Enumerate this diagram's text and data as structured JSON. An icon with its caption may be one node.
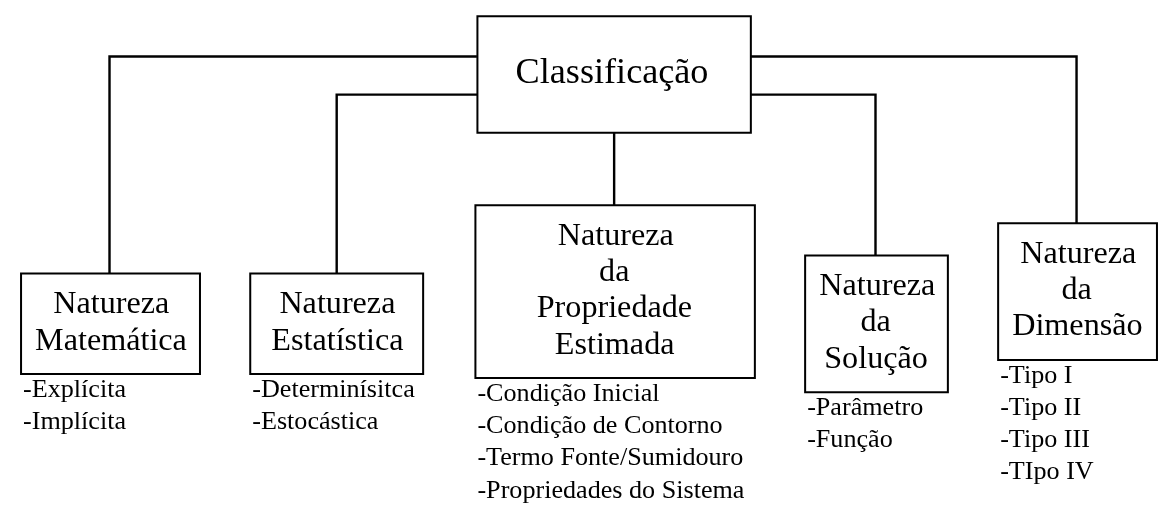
{
  "diagram": {
    "nodes": [
      {
        "text": [
          "Classificação"
        ]
      },
      {
        "text": [
          "Natureza Matemática"
        ],
        "beside": [
          "-Explícita",
          "-Implícita"
        ]
      },
      {
        "text": [
          "Natureza Estatística"
        ],
        "beside": [
          "-Determinísitca",
          "-Estocástica"
        ]
      },
      {
        "text": [
          "Natureza da Propriedade Estimada"
        ],
        "beside": [
          "-Condição Inicial",
          "-Condição de Contorno",
          "-Termo Fonte/Sumidouro",
          "-Propriedades do Sistema"
        ]
      },
      {
        "text": [
          "Natureza da Solução"
        ],
        "beside": [
          "-Parâmetro",
          "-Função"
        ]
      },
      {
        "text": [
          "Natureza da Dimensão"
        ],
        "beside": [
          "-Tipo I",
          "-Tipo II",
          "-Tipo III",
          "-TIpo IV"
        ]
      }
    ],
    "edges": [
      {
        "from": 0,
        "to": 1,
        "arrow": "none"
      },
      {
        "from": 0,
        "to": 2,
        "arrow": "none"
      },
      {
        "from": 0,
        "to": 3,
        "arrow": "none"
      },
      {
        "from": 0,
        "to": 4,
        "arrow": "none"
      },
      {
        "from": 0,
        "to": 5,
        "arrow": "none"
      }
    ]
  }
}
